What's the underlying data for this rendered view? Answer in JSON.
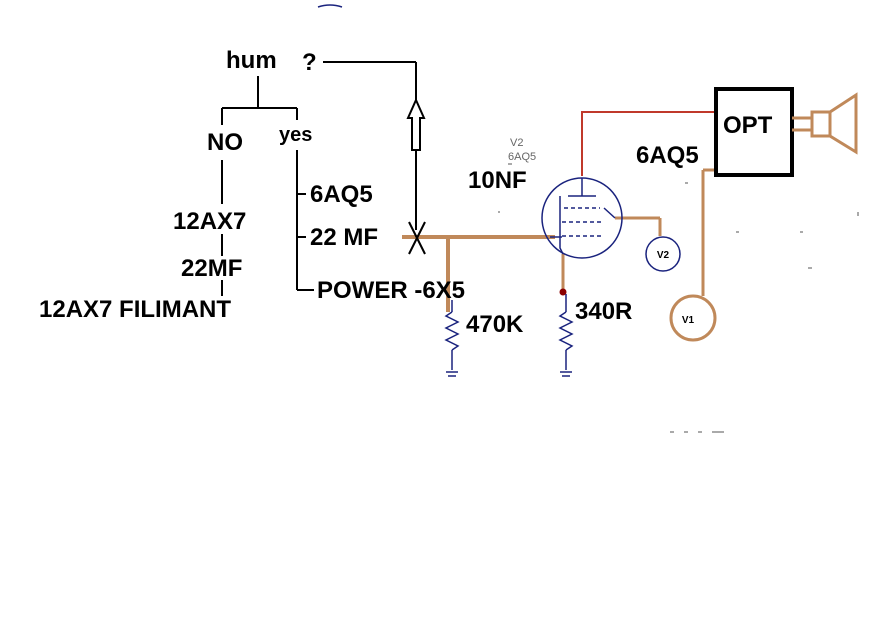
{
  "flow": {
    "question": "hum",
    "question_mark": "?",
    "no": "NO",
    "yes": "yes",
    "no_steps": [
      "12AX7",
      "22MF",
      "12AX7 FILIMANT"
    ],
    "yes_steps": [
      "6AQ5",
      "22 MF",
      "POWER -6X5"
    ]
  },
  "circuit": {
    "cap": "10NF",
    "tube_ref": "V2",
    "tube_type_small": "6AQ5",
    "tube_label": "6AQ5",
    "opt": "OPT",
    "r_grid": "470K",
    "r_cathode": "340R",
    "meter_v2": "V2",
    "meter_v1": "V1"
  },
  "colors": {
    "wire": "#c0895a",
    "plate_wire": "#c0392b",
    "schematic": "#1a237e",
    "junction": "#8b0000"
  }
}
